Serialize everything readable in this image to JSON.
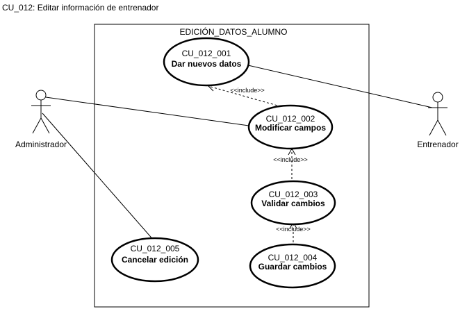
{
  "title": "CU_012: Editar información de entrenador",
  "system_boundary": {
    "name": "EDICIÓN_DATOS_ALUMNO"
  },
  "actors": {
    "administrador": {
      "name": "Administrador"
    },
    "entrenador": {
      "name": "Entrenador"
    }
  },
  "use_cases": {
    "uc001": {
      "id": "CU_012_001",
      "name": "Dar nuevos datos"
    },
    "uc002": {
      "id": "CU_012_002",
      "name": "Modificar campos"
    },
    "uc003": {
      "id": "CU_012_003",
      "name": "Validar cambios"
    },
    "uc004": {
      "id": "CU_012_004",
      "name": "Guardar cambios"
    },
    "uc005": {
      "id": "CU_012_005",
      "name": "Cancelar edición"
    }
  },
  "relations": {
    "r1": {
      "type": "include",
      "label": "<<include>>"
    },
    "r2": {
      "type": "include",
      "label": "<<include>>"
    },
    "r3": {
      "type": "include",
      "label": "<<include>>"
    }
  }
}
